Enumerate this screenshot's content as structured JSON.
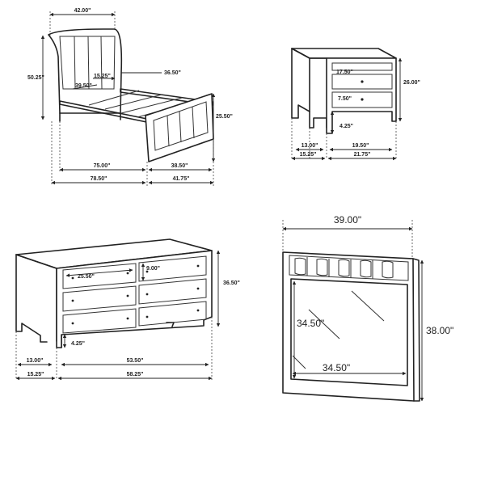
{
  "bed": {
    "width_top": "42.00\"",
    "headboard_height": "50.25\"",
    "inner_width": "36.50\"",
    "inner_length": "39.50\"",
    "slat_gap": "15.25\"",
    "footboard_height": "25.50\"",
    "rail_length": "75.00\"",
    "foot_width": "38.50\"",
    "total_length": "78.50\"",
    "total_width": "41.75\""
  },
  "nightstand": {
    "drawer_top": "17.50\"",
    "height": "26.00\"",
    "drawer_bottom": "7.50\"",
    "leg_height": "4.25\"",
    "depth_inner": "13.00\"",
    "width_inner": "19.50\"",
    "depth": "15.25\"",
    "width": "21.75\""
  },
  "dresser": {
    "drawer_width": "25.50\"",
    "drawer_height": "9.00\"",
    "height": "36.50\"",
    "leg_height": "4.25\"",
    "depth_inner": "13.00\"",
    "width_inner": "53.50\"",
    "depth": "15.25\"",
    "width": "58.25\""
  },
  "mirror": {
    "width": "39.00\"",
    "height": "38.00\"",
    "glass_height": "34.50\"",
    "glass_width": "34.50\""
  }
}
